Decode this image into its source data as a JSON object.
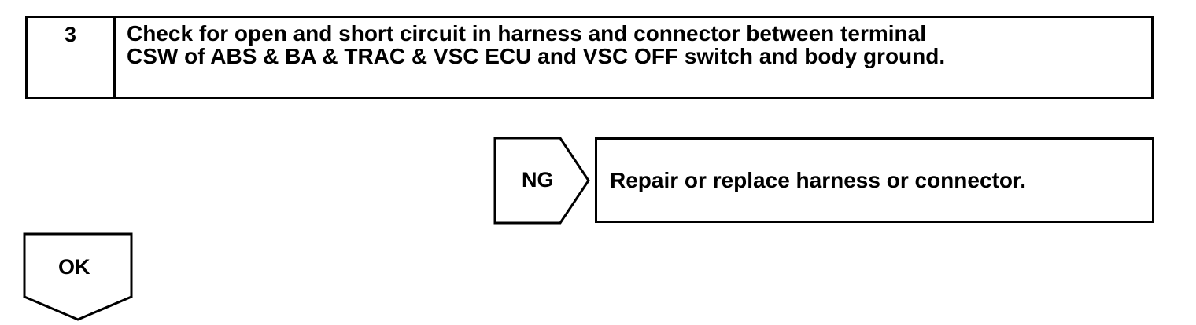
{
  "step": {
    "number": "3",
    "lines": [
      "Check for open and short circuit in harness and connector between terminal",
      "CSW of ABS & BA & TRAC & VSC ECU and VSC OFF switch and body ground."
    ]
  },
  "ng_branch": {
    "label": "NG",
    "action": "Repair or replace harness or connector."
  },
  "ok_branch": {
    "label": "OK"
  }
}
